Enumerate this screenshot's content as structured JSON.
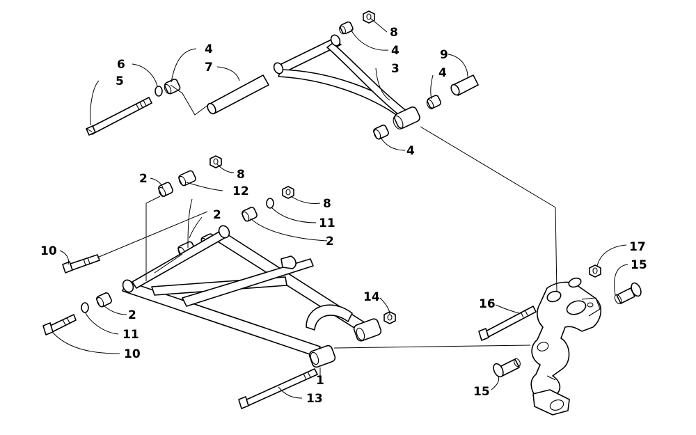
{
  "callouts": {
    "c1": "1",
    "c2a": "2",
    "c2b": "2",
    "c2c": "2",
    "c2d": "2",
    "c3": "3",
    "c4a": "4",
    "c4b": "4",
    "c4c": "4",
    "c4d": "4",
    "c5": "5",
    "c6": "6",
    "c7": "7",
    "c8a": "8",
    "c8b": "8",
    "c8c": "8",
    "c9": "9",
    "c10a": "10",
    "c10b": "10",
    "c11a": "11",
    "c11b": "11",
    "c12": "12",
    "c13": "13",
    "c14": "14",
    "c15a": "15",
    "c15b": "15",
    "c16": "16",
    "c17": "17"
  }
}
